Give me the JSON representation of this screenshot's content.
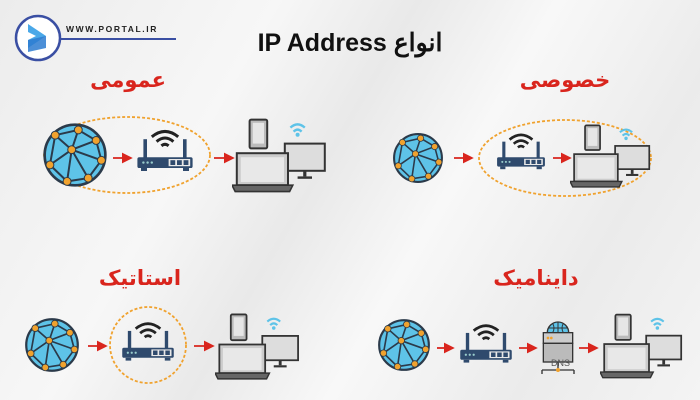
{
  "header": {
    "site_url": "WWW.PORTAL.IR",
    "title": "انواع IP Address"
  },
  "sections": [
    {
      "id": "public",
      "label": "عمومی"
    },
    {
      "id": "private",
      "label": "خصوصی"
    },
    {
      "id": "static",
      "label": "استاتیک"
    },
    {
      "id": "dynamic",
      "label": "داینامیک"
    }
  ],
  "dns_label": "DNS",
  "colors": {
    "accent_red": "#d9251d",
    "globe_blue": "#5ec3e8",
    "node_orange": "#f0a22e",
    "router_navy": "#2f4a6d",
    "dashed_outline": "#f0a22e",
    "logo_blue": "#3a4fa3"
  },
  "icons": [
    "logo-icon",
    "globe-icon",
    "router-icon",
    "arrow-icon",
    "devices-icon",
    "wifi-icon",
    "dns-server-icon"
  ]
}
